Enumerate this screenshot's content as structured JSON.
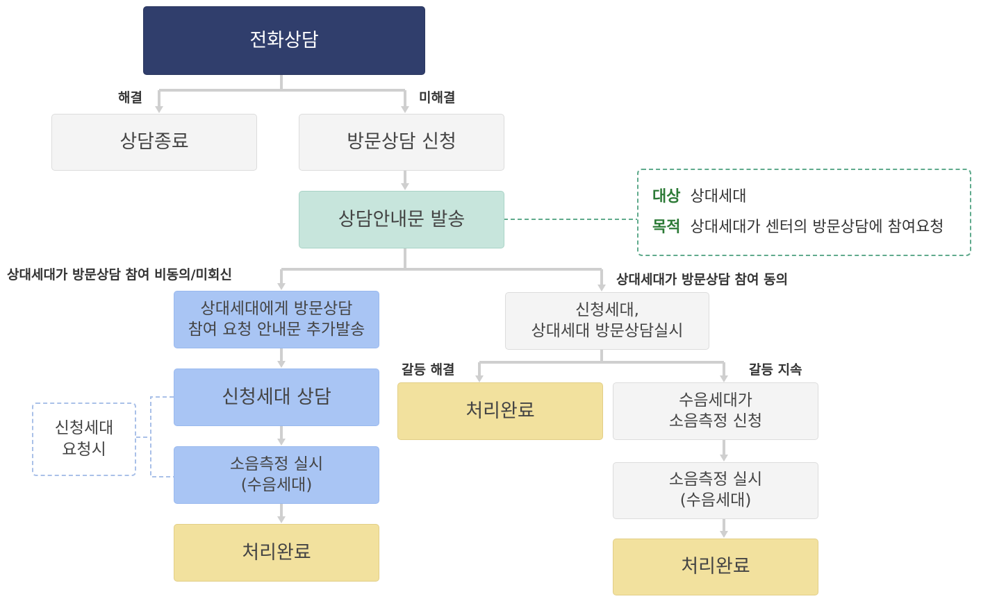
{
  "nodes": {
    "phone": "전화상담",
    "end": "상담종료",
    "apply": "방문상담 신청",
    "notice": "상담안내문 발송",
    "extra_notice": [
      "상대세대에게 방문상담",
      "참여 요청 안내문 추가발송"
    ],
    "applicant_consult": "신청세대 상담",
    "noise_left": [
      "소음측정 실시",
      "(수음세대)"
    ],
    "done_left": "처리완료",
    "both_visit": [
      "신청세대,",
      "상대세대 방문상담실시"
    ],
    "done_mid": "처리완료",
    "request_noise": [
      "수음세대가",
      "소음측정 신청"
    ],
    "noise_right": [
      "소음측정 실시",
      "(수음세대)"
    ],
    "done_right": "처리완료"
  },
  "labels": {
    "resolved": "해결",
    "unresolved": "미해결",
    "decline": "상대세대가 방문상담 참여 비동의/미회신",
    "agree": "상대세대가 방문상담 참여 동의",
    "conflict_resolved": "갈등 해결",
    "conflict_continue": "갈등 지속"
  },
  "note": {
    "target_key": "대상",
    "target_val": "상대세대",
    "purpose_key": "목적",
    "purpose_val": "상대세대가 센터의 방문상담에 참여요청"
  },
  "side_note": [
    "신청세대",
    "요청시"
  ],
  "colors": {
    "navy": "#303e6c",
    "gray": "#f4f4f4",
    "teal": "#c7e5dc",
    "blue": "#a9c5f4",
    "yellow": "#f2e19e",
    "note_green": "#2c7a36"
  }
}
